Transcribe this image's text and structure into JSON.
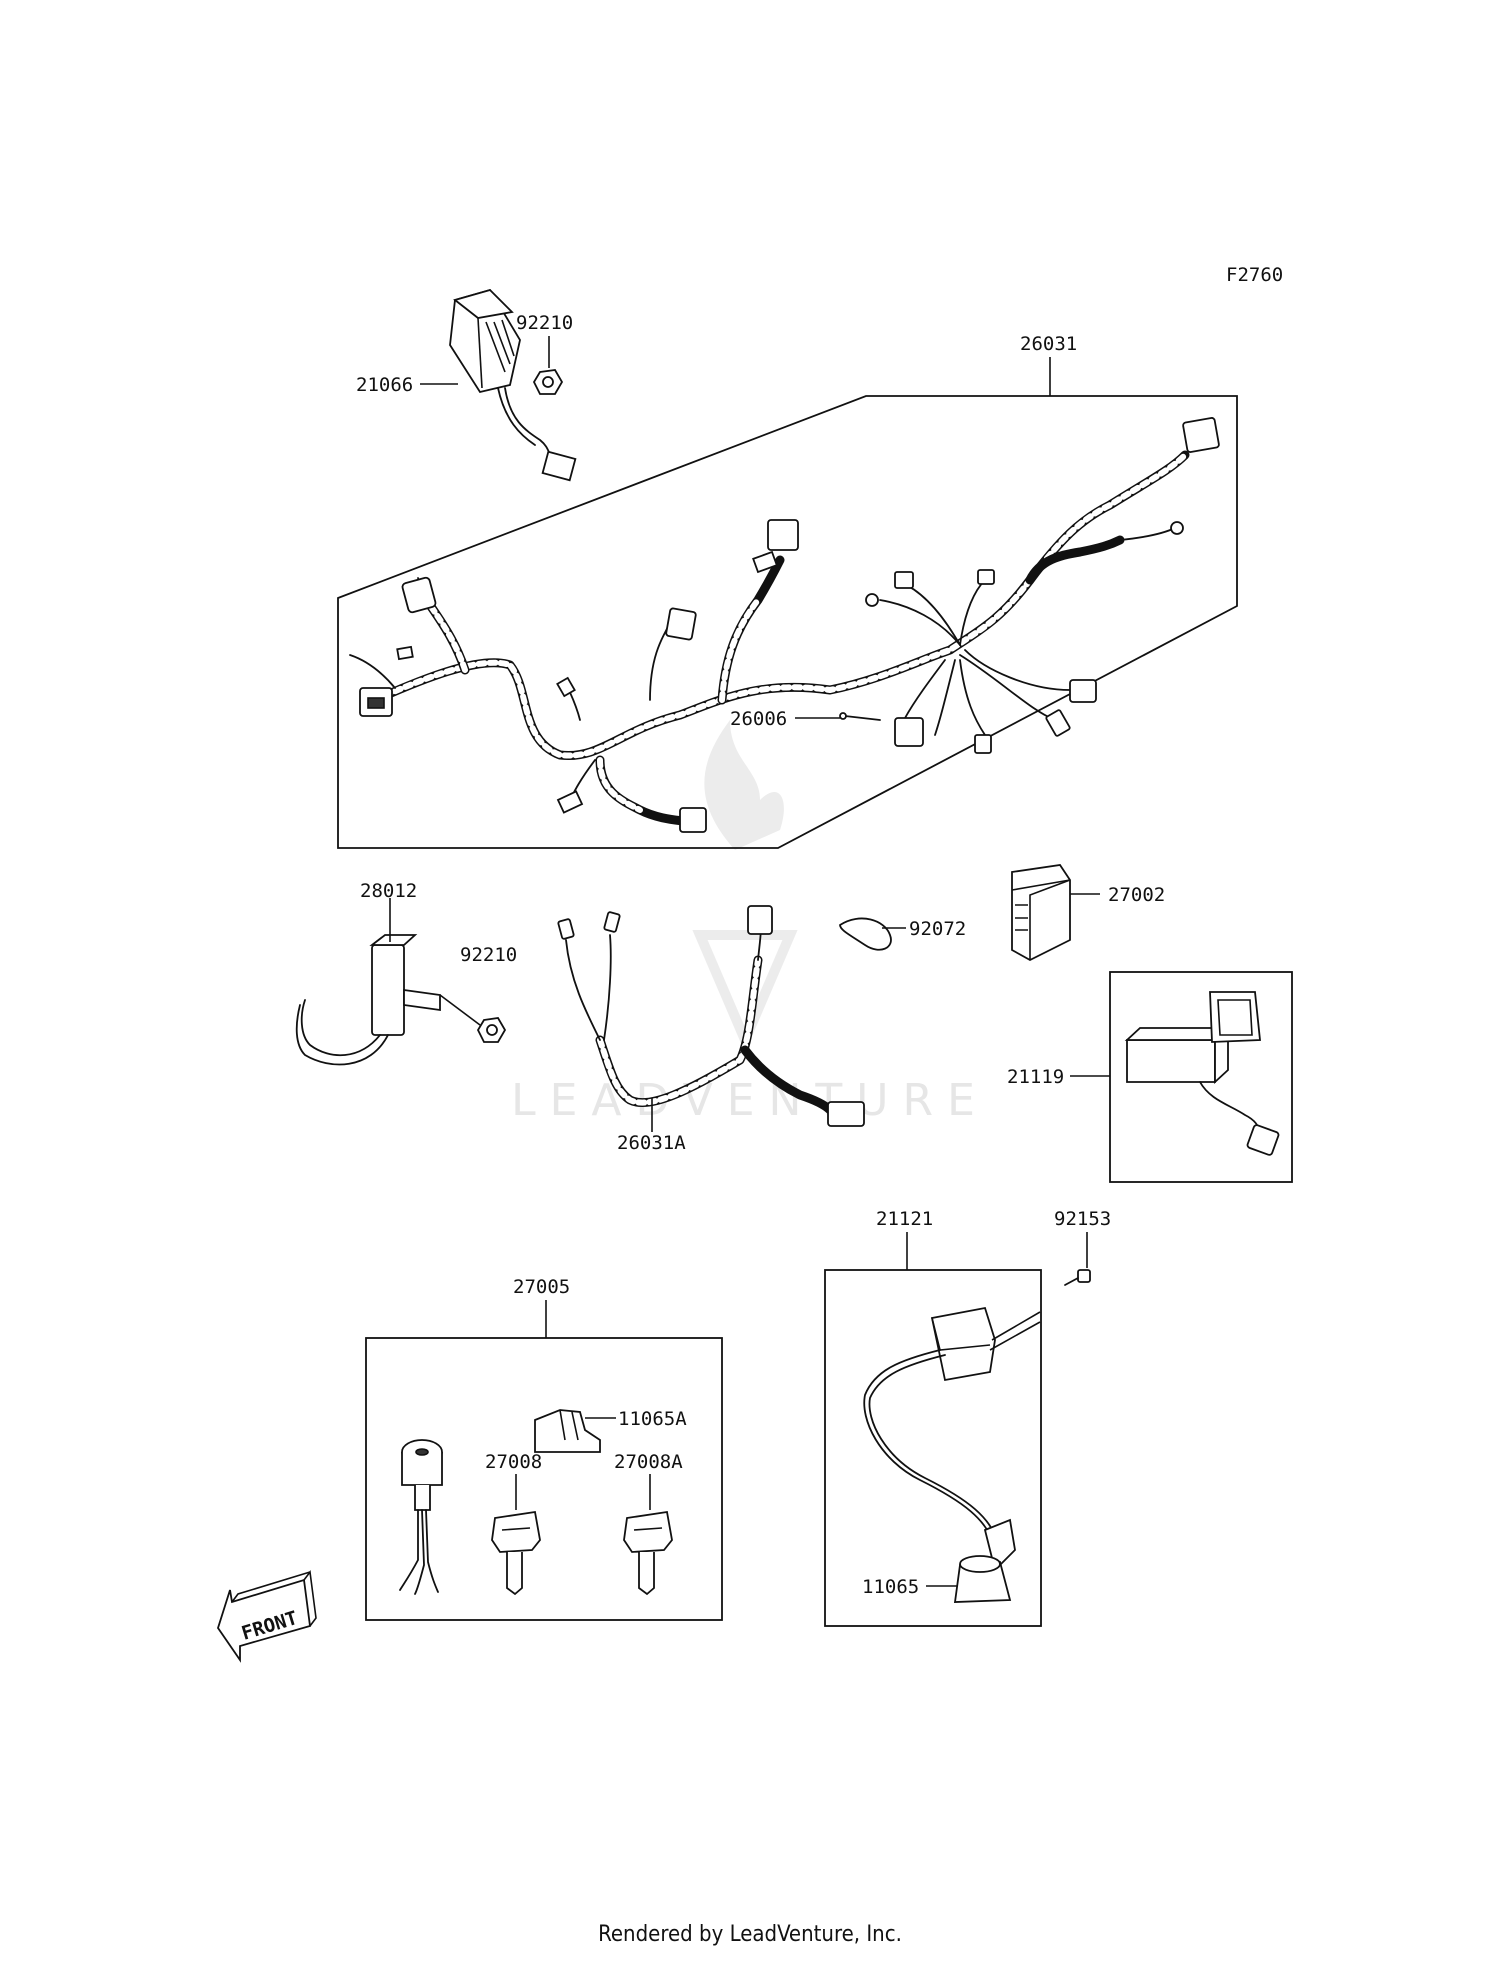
{
  "figure_code": "F2760",
  "watermark": "LEADVENTURE",
  "front_label": "FRONT",
  "footer": "Rendered by LeadVenture, Inc.",
  "callouts": {
    "c92210a": "92210",
    "c21066": "21066",
    "c26031": "26031",
    "c26006": "26006",
    "c28012": "28012",
    "c92210b": "92210",
    "c92072": "92072",
    "c27002": "27002",
    "c26031A": "26031A",
    "c21119": "21119",
    "c21121": "21121",
    "c92153": "92153",
    "c27005": "27005",
    "c11065A": "11065A",
    "c27008": "27008",
    "c27008A": "27008A",
    "c11065": "11065"
  }
}
